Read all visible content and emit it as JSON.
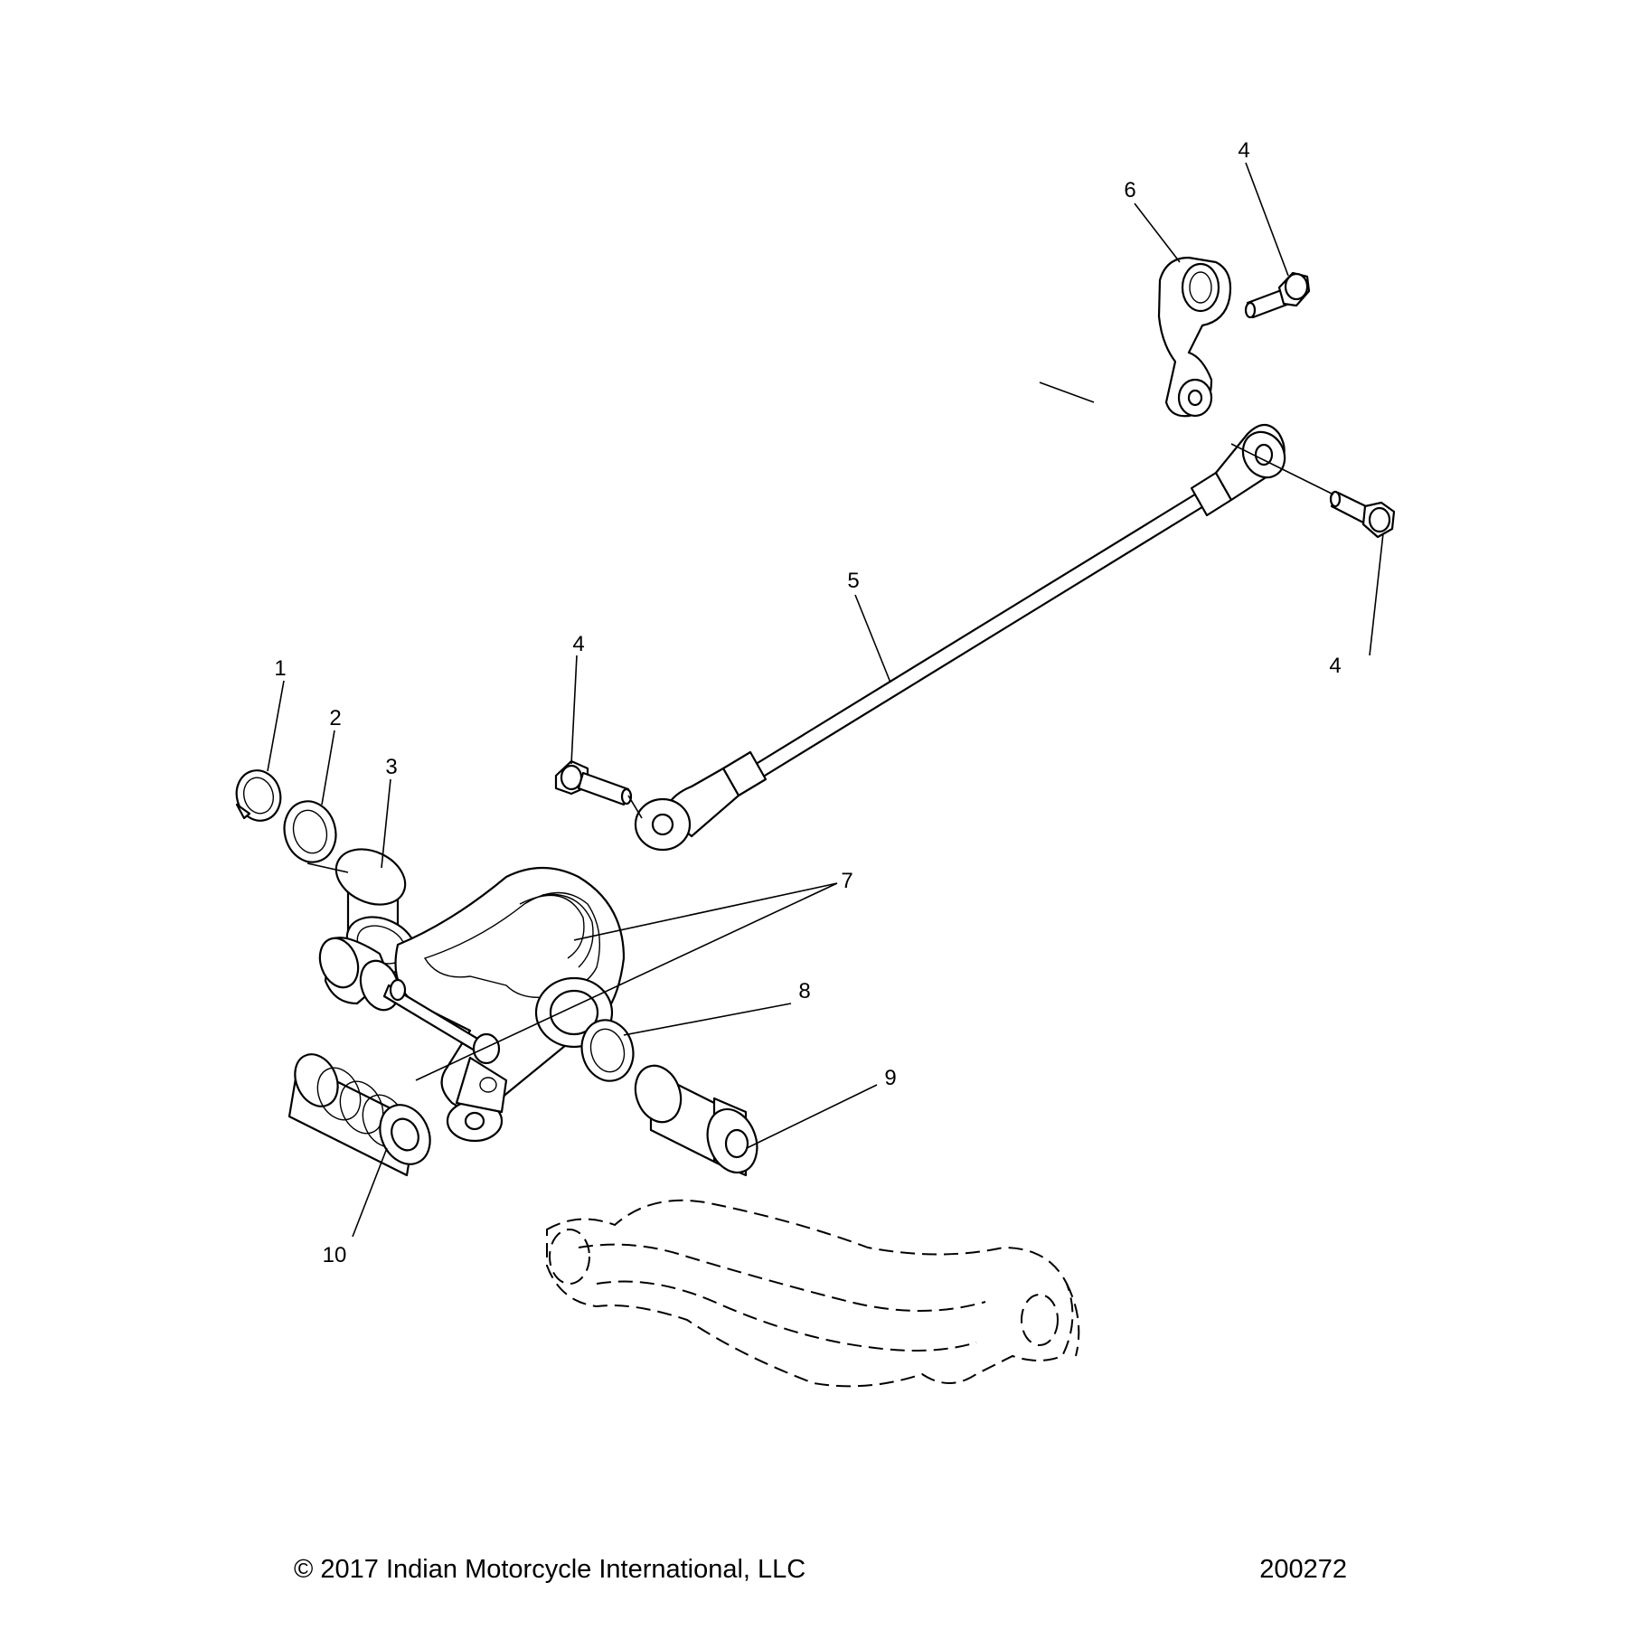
{
  "callouts": {
    "c1": "1",
    "c2": "2",
    "c3": "3",
    "c4a": "4",
    "c4b": "4",
    "c4c": "4",
    "c5": "5",
    "c6": "6",
    "c7": "7",
    "c8": "8",
    "c9": "9",
    "c10": "10"
  },
  "footer": {
    "copyright": "© 2017 Indian Motorcycle International, LLC",
    "drawing_number": "200272"
  }
}
